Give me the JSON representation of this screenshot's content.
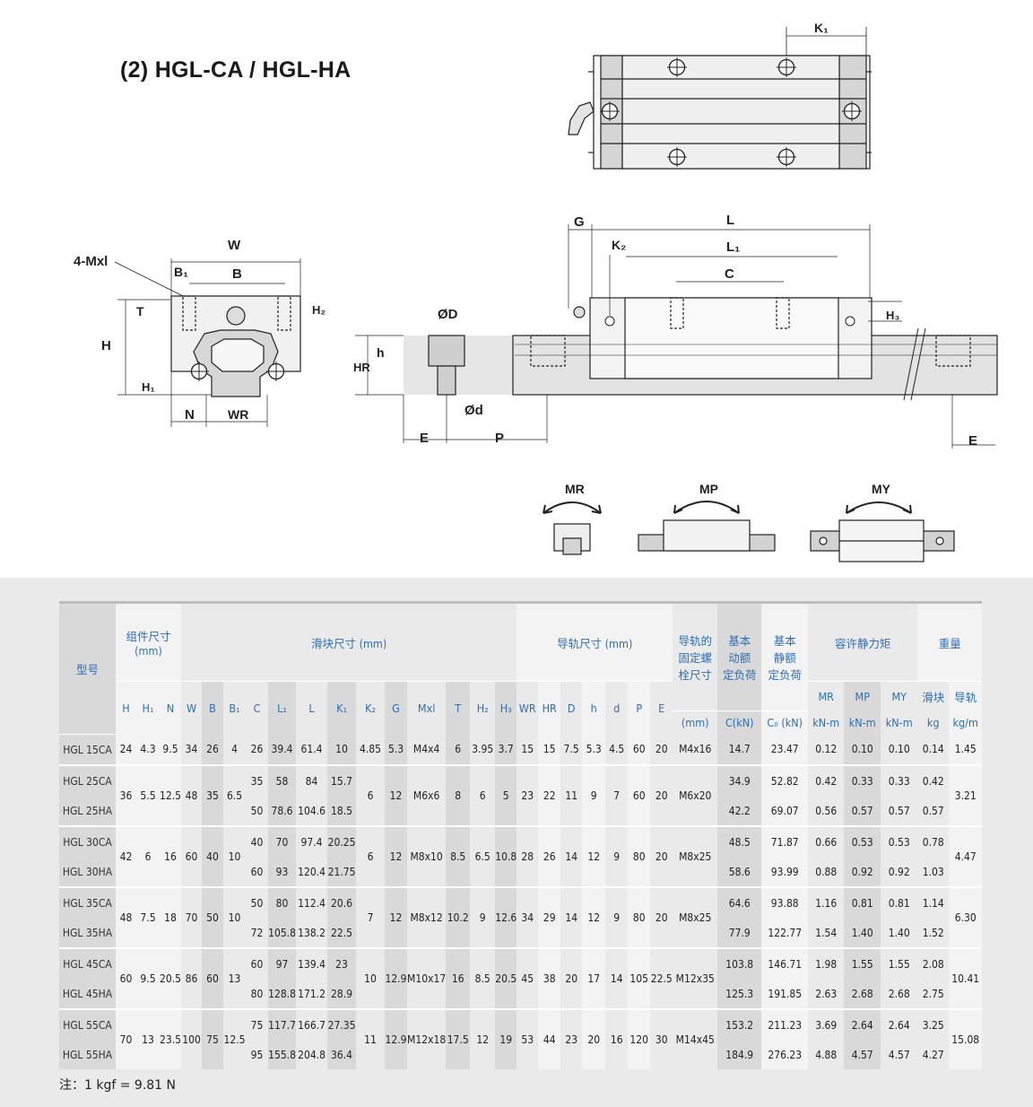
{
  "title": "(2) HGL-CA / HGL-HA",
  "diagram_labels": {
    "k1": "K₁",
    "four_mxl": "4-Mxl",
    "w": "W",
    "b1": "B₁",
    "b": "B",
    "t": "T",
    "h2": "H₂",
    "h": "H",
    "h1": "H₁",
    "n": "N",
    "wr": "WR",
    "g": "G",
    "l": "L",
    "l1": "L₁",
    "k2": "K₂",
    "c": "C",
    "h3": "H₃",
    "od_big": "ØD",
    "h_small": "h",
    "hr": "HR",
    "od_small": "Ød",
    "e": "E",
    "p": "P",
    "e_right": "E",
    "mr": "MR",
    "mp": "MP",
    "my": "MY"
  },
  "table": {
    "groups": {
      "model": "型号",
      "assembly": "组件尺寸\n(mm)",
      "block": "滑块尺寸 (mm)",
      "rail": "导轨尺寸 (mm)",
      "bolt": "导轨的\n固定螺\n栓尺寸",
      "dyn": "基本\n动额\n定负荷",
      "static": "基本\n静额\n定负荷",
      "moment": "容许静力矩",
      "weight": "重量"
    },
    "sub": {
      "mr": "MR",
      "mp": "MP",
      "my": "MY",
      "block_w": "滑块",
      "rail_w": "导轨"
    },
    "cols": [
      "H",
      "H₁",
      "N",
      "W",
      "B",
      "B₁",
      "C",
      "L₁",
      "L",
      "K₁",
      "K₂",
      "G",
      "Mxl",
      "T",
      "H₂",
      "H₃",
      "WR",
      "HR",
      "D",
      "h",
      "d",
      "P",
      "E",
      "(mm)",
      "C(kN)",
      "C₀ (kN)"
    ],
    "units": {
      "mr": "kN-m",
      "mp": "kN-m",
      "my": "kN-m",
      "block_w": "kg",
      "rail_w": "kg/m"
    },
    "rows": [
      {
        "model": "HGL 15CA",
        "H": "24",
        "H1": "4.3",
        "N": "9.5",
        "W": "34",
        "B": "26",
        "B1": "4",
        "C": "26",
        "L1": "39.4",
        "L": "61.4",
        "K1": "10",
        "K2": "4.85",
        "G": "5.3",
        "Mxl": "M4x4",
        "T": "6",
        "H2": "3.95",
        "H3": "3.7",
        "WR": "15",
        "HR": "15",
        "D": "7.5",
        "h": "5.3",
        "d": "4.5",
        "P": "60",
        "E": "20",
        "bolt": "M4x16",
        "Cdyn": "14.7",
        "C0": "23.47",
        "MR": "0.12",
        "MP": "0.10",
        "MY": "0.10",
        "wb": "0.14",
        "wr": "1.45"
      },
      {
        "model": "HGL 25CA",
        "H": "36",
        "H1": "5.5",
        "N": "12.5",
        "W": "48",
        "B": "35",
        "B1": "6.5",
        "C": "35",
        "L1": "58",
        "L": "84",
        "K1": "15.7",
        "K2": "6",
        "G": "12",
        "Mxl": "M6x6",
        "T": "8",
        "H2": "6",
        "H3": "5",
        "WR": "23",
        "HR": "22",
        "D": "11",
        "h": "9",
        "d": "7",
        "P": "60",
        "E": "20",
        "bolt": "M6x20",
        "Cdyn": "34.9",
        "C0": "52.82",
        "MR": "0.42",
        "MP": "0.33",
        "MY": "0.33",
        "wb": "0.42",
        "wr": "3.21"
      },
      {
        "model": "HGL 25HA",
        "C": "50",
        "L1": "78.6",
        "L": "104.6",
        "K1": "18.5",
        "Cdyn": "42.2",
        "C0": "69.07",
        "MR": "0.56",
        "MP": "0.57",
        "MY": "0.57",
        "wb": "0.57"
      },
      {
        "model": "HGL 30CA",
        "H": "42",
        "H1": "6",
        "N": "16",
        "W": "60",
        "B": "40",
        "B1": "10",
        "C": "40",
        "L1": "70",
        "L": "97.4",
        "K1": "20.25",
        "K2": "6",
        "G": "12",
        "Mxl": "M8x10",
        "T": "8.5",
        "H2": "6.5",
        "H3": "10.8",
        "WR": "28",
        "HR": "26",
        "D": "14",
        "h": "12",
        "d": "9",
        "P": "80",
        "E": "20",
        "bolt": "M8x25",
        "Cdyn": "48.5",
        "C0": "71.87",
        "MR": "0.66",
        "MP": "0.53",
        "MY": "0.53",
        "wb": "0.78",
        "wr": "4.47"
      },
      {
        "model": "HGL 30HA",
        "C": "60",
        "L1": "93",
        "L": "120.4",
        "K1": "21.75",
        "Cdyn": "58.6",
        "C0": "93.99",
        "MR": "0.88",
        "MP": "0.92",
        "MY": "0.92",
        "wb": "1.03"
      },
      {
        "model": "HGL 35CA",
        "H": "48",
        "H1": "7.5",
        "N": "18",
        "W": "70",
        "B": "50",
        "B1": "10",
        "C": "50",
        "L1": "80",
        "L": "112.4",
        "K1": "20.6",
        "K2": "7",
        "G": "12",
        "Mxl": "M8x12",
        "T": "10.2",
        "H2": "9",
        "H3": "12.6",
        "WR": "34",
        "HR": "29",
        "D": "14",
        "h": "12",
        "d": "9",
        "P": "80",
        "E": "20",
        "bolt": "M8x25",
        "Cdyn": "64.6",
        "C0": "93.88",
        "MR": "1.16",
        "MP": "0.81",
        "MY": "0.81",
        "wb": "1.14",
        "wr": "6.30"
      },
      {
        "model": "HGL 35HA",
        "C": "72",
        "L1": "105.8",
        "L": "138.2",
        "K1": "22.5",
        "Cdyn": "77.9",
        "C0": "122.77",
        "MR": "1.54",
        "MP": "1.40",
        "MY": "1.40",
        "wb": "1.52"
      },
      {
        "model": "HGL 45CA",
        "H": "60",
        "H1": "9.5",
        "N": "20.5",
        "W": "86",
        "B": "60",
        "B1": "13",
        "C": "60",
        "L1": "97",
        "L": "139.4",
        "K1": "23",
        "K2": "10",
        "G": "12.9",
        "Mxl": "M10x17",
        "T": "16",
        "H2": "8.5",
        "H3": "20.5",
        "WR": "45",
        "HR": "38",
        "D": "20",
        "h": "17",
        "d": "14",
        "P": "105",
        "E": "22.5",
        "bolt": "M12x35",
        "Cdyn": "103.8",
        "C0": "146.71",
        "MR": "1.98",
        "MP": "1.55",
        "MY": "1.55",
        "wb": "2.08",
        "wr": "10.41"
      },
      {
        "model": "HGL 45HA",
        "C": "80",
        "L1": "128.8",
        "L": "171.2",
        "K1": "28.9",
        "Cdyn": "125.3",
        "C0": "191.85",
        "MR": "2.63",
        "MP": "2.68",
        "MY": "2.68",
        "wb": "2.75"
      },
      {
        "model": "HGL 55CA",
        "H": "70",
        "H1": "13",
        "N": "23.5",
        "W": "100",
        "B": "75",
        "B1": "12.5",
        "C": "75",
        "L1": "117.7",
        "L": "166.7",
        "K1": "27.35",
        "K2": "11",
        "G": "12.9",
        "Mxl": "M12x18",
        "T": "17.5",
        "H2": "12",
        "H3": "19",
        "WR": "53",
        "HR": "44",
        "D": "23",
        "h": "20",
        "d": "16",
        "P": "120",
        "E": "30",
        "bolt": "M14x45",
        "Cdyn": "153.2",
        "C0": "211.23",
        "MR": "3.69",
        "MP": "2.64",
        "MY": "2.64",
        "wb": "3.25",
        "wr": "15.08"
      },
      {
        "model": "HGL 55HA",
        "C": "95",
        "L1": "155.8",
        "L": "204.8",
        "K1": "36.4",
        "Cdyn": "184.9",
        "C0": "276.23",
        "MR": "4.88",
        "MP": "4.57",
        "MY": "4.57",
        "wb": "4.27"
      }
    ]
  },
  "note": "注：1 kgf = 9.81 N"
}
